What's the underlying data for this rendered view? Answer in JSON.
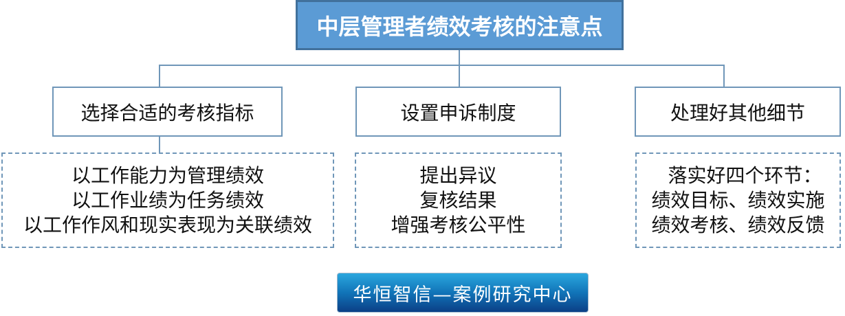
{
  "title": "中层管理者绩效考核的注意点",
  "branches": [
    {
      "heading": "选择合适的考核指标",
      "items": [
        "以工作能力为管理绩效",
        "以工作业绩为任务绩效",
        "以工作作风和现实表现为关联绩效"
      ]
    },
    {
      "heading": "设置申诉制度",
      "items": [
        "提出异议",
        "复核结果",
        "增强考核公平性"
      ]
    },
    {
      "heading": "处理好其他细节",
      "items": [
        "落实好四个环节：",
        "绩效目标、绩效实施",
        "绩效考核、绩效反馈"
      ]
    }
  ],
  "footer": "华恒智信—案例研究中心"
}
